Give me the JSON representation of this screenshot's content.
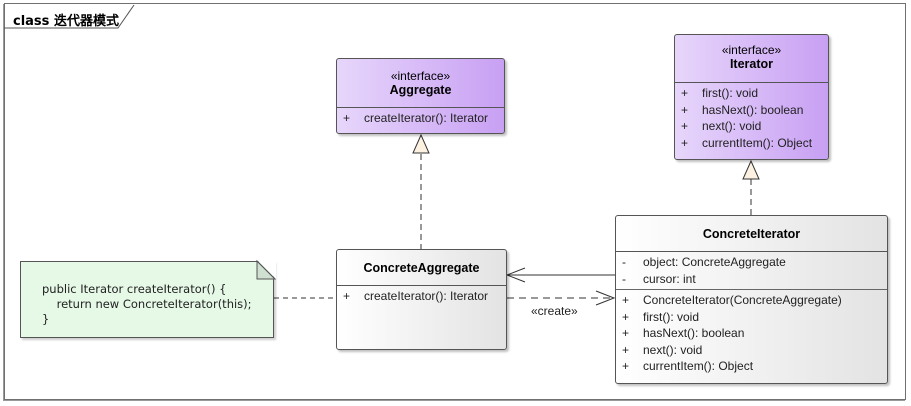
{
  "frame": {
    "kind": "class",
    "title": "迭代器模式"
  },
  "classes": {
    "aggregate": {
      "stereotype": "«interface»",
      "name": "Aggregate",
      "operations": [
        {
          "visibility": "+",
          "signature": "createIterator(): Iterator"
        }
      ]
    },
    "iterator": {
      "stereotype": "«interface»",
      "name": "Iterator",
      "operations": [
        {
          "visibility": "+",
          "signature": "first(): void"
        },
        {
          "visibility": "+",
          "signature": "hasNext(): boolean"
        },
        {
          "visibility": "+",
          "signature": "next(): void"
        },
        {
          "visibility": "+",
          "signature": "currentItem(): Object"
        }
      ]
    },
    "concrete_aggregate": {
      "name": "ConcreteAggregate",
      "operations": [
        {
          "visibility": "+",
          "signature": "createIterator(): Iterator"
        }
      ]
    },
    "concrete_iterator": {
      "name": "ConcreteIterator",
      "attributes": [
        {
          "visibility": "-",
          "signature": "object: ConcreteAggregate"
        },
        {
          "visibility": "-",
          "signature": "cursor: int"
        }
      ],
      "operations": [
        {
          "visibility": "+",
          "signature": "ConcreteIterator(ConcreteAggregate)"
        },
        {
          "visibility": "+",
          "signature": "first(): void"
        },
        {
          "visibility": "+",
          "signature": "hasNext(): boolean"
        },
        {
          "visibility": "+",
          "signature": "next(): void"
        },
        {
          "visibility": "+",
          "signature": "currentItem(): Object"
        }
      ]
    }
  },
  "note": {
    "lines": [
      "public Iterator createIterator() {",
      "    return new ConcreteIterator(this);",
      "}"
    ]
  },
  "relations": {
    "create_label": "«create»"
  },
  "colors": {
    "interface_fill_start": "#e7d6fb",
    "interface_fill_end": "#c8a0f3",
    "class_fill_start": "#ffffff",
    "class_fill_end": "#e3e3e3",
    "note_fill": "#e6f9e7",
    "arrowhead_fill": "#fdf1e1"
  }
}
